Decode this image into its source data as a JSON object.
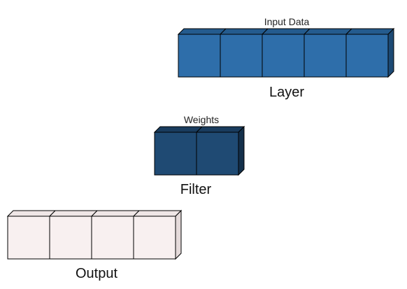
{
  "diagram": {
    "blocks": [
      {
        "id": "layer",
        "caption": "Input Data",
        "label": "Layer",
        "cells": 5,
        "colors": {
          "front": "#2e6eaa",
          "top": "#245b8e",
          "side": "#1d4a75"
        }
      },
      {
        "id": "filter",
        "caption": "Weights",
        "label": "Filter",
        "cells": 2,
        "colors": {
          "front": "#1f4a73",
          "top": "#193c5e",
          "side": "#14304b"
        }
      },
      {
        "id": "output",
        "caption": "",
        "label": "Output",
        "cells": 4,
        "colors": {
          "front": "#f8f0f0",
          "top": "#efe6e6",
          "side": "#e4dada"
        }
      }
    ]
  }
}
